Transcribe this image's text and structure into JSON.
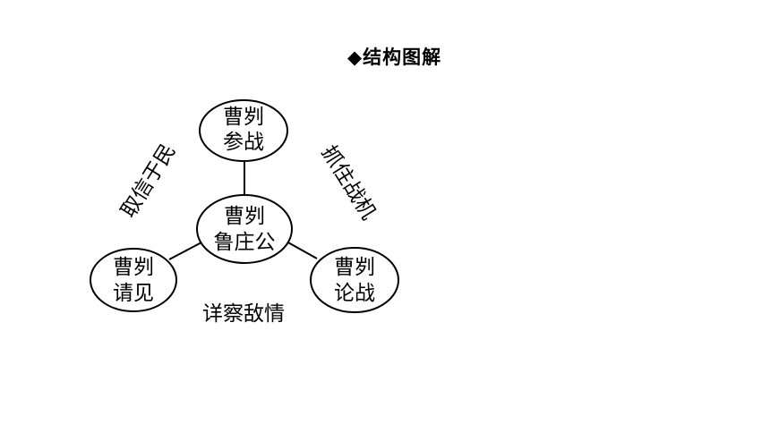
{
  "title": "◆结构图解",
  "nodes": {
    "center": {
      "line1": "曹刿",
      "line2": "鲁庄公"
    },
    "top": {
      "line1": "曹刿",
      "line2": "参战"
    },
    "left": {
      "line1": "曹刿",
      "line2": "请见"
    },
    "right": {
      "line1": "曹刿",
      "line2": "论战"
    }
  },
  "edge_labels": {
    "left_top": "取信于民",
    "top_right": "抓住战机",
    "bottom": "详察敌情"
  }
}
